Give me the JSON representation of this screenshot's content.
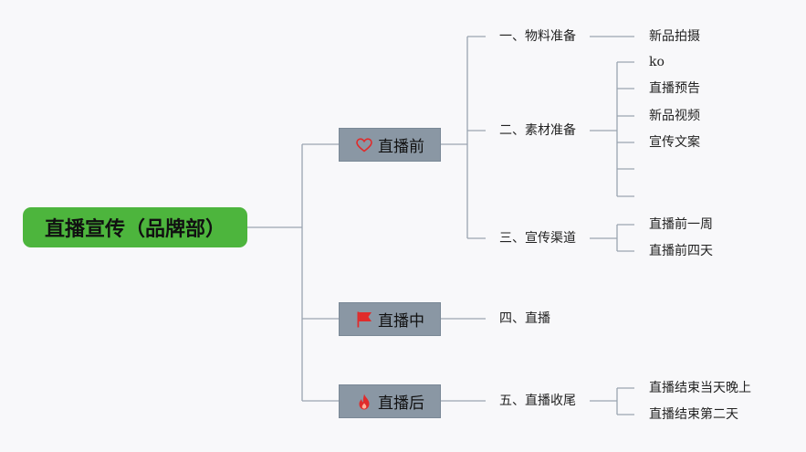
{
  "root": {
    "label": "直播宣传（品牌部）"
  },
  "phases": [
    {
      "label": "直播前",
      "icon": "heart-outline-icon"
    },
    {
      "label": "直播中",
      "icon": "red-flag-icon"
    },
    {
      "label": "直播后",
      "icon": "fire-icon"
    }
  ],
  "steps": [
    {
      "label": "一、物料准备",
      "children": [
        "新品拍摄"
      ]
    },
    {
      "label": "二、素材准备",
      "children": [
        "ko",
        "直播预告",
        "新品视频",
        "宣传文案",
        "",
        ""
      ]
    },
    {
      "label": "三、宣传渠道",
      "children": [
        "直播前一周",
        "直播前四天"
      ]
    },
    {
      "label": "四、直播",
      "children": []
    },
    {
      "label": "五、直播收尾",
      "children": [
        "直播结束当天晚上",
        "直播结束第二天"
      ]
    }
  ],
  "colors": {
    "root_fill": "#4db53d",
    "phase_fill": "#8a97a4",
    "connector": "#9aa4b0",
    "icon_red": "#e02b2b",
    "background": "#f8f8fa"
  }
}
